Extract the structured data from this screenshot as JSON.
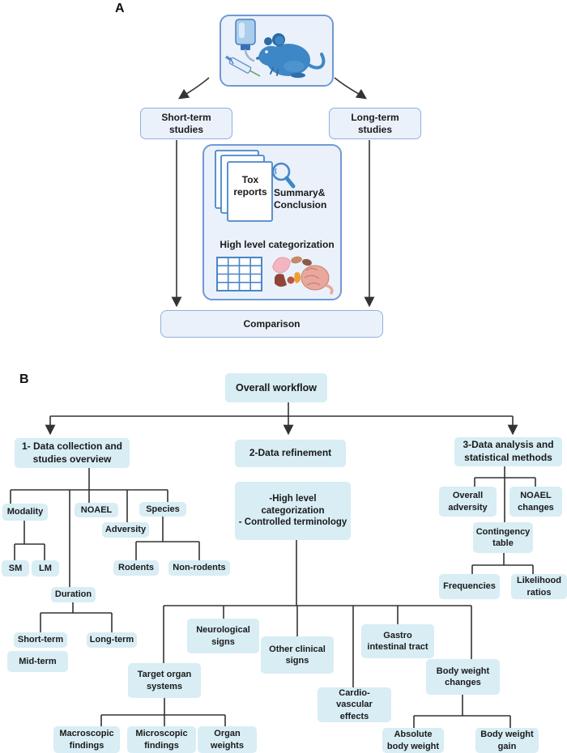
{
  "panelA": {
    "letter": "A",
    "short_term_studies": "Short-term\nstudies",
    "long_term_studies": "Long-term\nstudies",
    "tox_reports": "Tox\nreports",
    "summary_conclusion": "Summary&\nConclusion",
    "high_level": "High level categorization",
    "comparison": "Comparison",
    "icons": [
      "water-bottle-icon",
      "syringe-icon",
      "mouse-icon",
      "documents-icon",
      "magnifier-icon",
      "table-icon",
      "organs-icon"
    ]
  },
  "panelB": {
    "letter": "B",
    "title": "Overall workflow",
    "col1": {
      "header": "1- Data collection and\nstudies overview",
      "modality": "Modality",
      "sm": "SM",
      "lm": "LM",
      "noael": "NOAEL",
      "adversity": "Adversity",
      "species": "Species",
      "rodents": "Rodents",
      "non_rodents": "Non-rodents",
      "duration": "Duration",
      "short_term": "Short-term",
      "mid_term": "Mid-term",
      "long_term": "Long-term"
    },
    "col2": {
      "header": "2-Data refinement",
      "refinement": "-High level\ncategorization\n- Controlled terminology",
      "neurological": "Neurological\nsigns",
      "other_clinical": "Other clinical\nsigns",
      "cardio": "Cardio-\nvascular\neffects",
      "gastro": "Gastro\nintestinal tract",
      "body_weight_changes": "Body weight\nchanges",
      "target_organ": "Target organ\nsystems",
      "macroscopic": "Macroscopic\nfindings",
      "microscopic": "Microscopic\nfindings",
      "organ_weights": "Organ\nweights",
      "absolute_body_weight": "Absolute\nbody weight",
      "body_weight_gain": "Body weight\ngain"
    },
    "col3": {
      "header": "3-Data analysis and\nstatistical methods",
      "overall_adversity": "Overall\nadversity",
      "noael_changes": "NOAEL\nchanges",
      "contingency_table": "Contingency\ntable",
      "frequencies": "Frequencies",
      "likelihood_ratios": "Likelihood\nratios"
    }
  },
  "colors": {
    "panel_a_fill": "#eaf1fb",
    "panel_a_border": "#7199d4",
    "panel_b_fill": "#d8edf4",
    "line": "#333333",
    "doc_border": "#4a86c8",
    "mouse_blue": "#3e87c6"
  }
}
